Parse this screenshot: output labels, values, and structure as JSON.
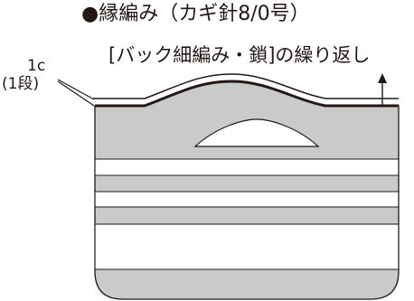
{
  "diagram": {
    "title": "●縁編み（カギ針8/0号）",
    "subtitle": "[バック細編み・鎖]の繰り返し",
    "row_label": "1c",
    "row_sub": "(1段)"
  },
  "colors": {
    "body_fill": "#c9caca",
    "outline": "#231815",
    "background": "#ffffff"
  }
}
